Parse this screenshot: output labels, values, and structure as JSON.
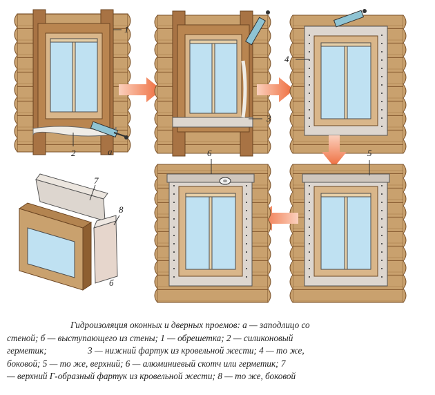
{
  "labels": {
    "n1": "1",
    "n2": "2",
    "na": "а",
    "n3": "3",
    "n4": "4",
    "n5": "5",
    "n6": "6",
    "n7": "7",
    "n8": "8",
    "nb": "б"
  },
  "caption": {
    "line1": "Гидроизоляция оконных и дверных проемов: а — заподлицо со",
    "line2": "стеной;   б — выступающего из стены; 1 — обрешетка; 2 — силиконовый",
    "line3": "герметик;                  3 — нижний фартук из кровельной жести; 4 — то же,",
    "line4": "боковой; 5 — то же, верхний; 6 — алюминиевый скотч или герметик; 7",
    "line5": "— верхний Г-образный фартук из кровельной жести; 8 — то же, боковой"
  },
  "colors": {
    "log": "#c9a16e",
    "log_shadow": "#a87b49",
    "frame": "#9b6b3a",
    "glass": "#bfe1f2",
    "metal": "#ddd6cf",
    "arrow": "#ee7042"
  }
}
